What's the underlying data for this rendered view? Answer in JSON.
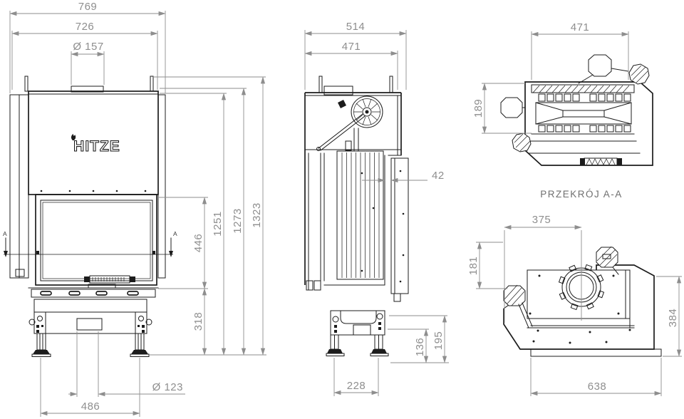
{
  "drawing": {
    "logo": "HITZE",
    "section_label": "PRZEKRÓJ A-A",
    "section_marker_left": "A",
    "section_marker_right": "A",
    "front_view": {
      "dim_width_overall": "769",
      "dim_width_front": "726",
      "dim_flue_diameter": "Ø 157",
      "dim_glass_height": "446",
      "dim_height_1": "1251",
      "dim_height_2": "1273",
      "dim_height_3": "1323",
      "dim_base_height": "318",
      "dim_intake_diameter": "Ø 123",
      "dim_leg_spacing": "486"
    },
    "side_view": {
      "dim_depth_overall": "514",
      "dim_depth_body": "471",
      "dim_rear_offset": "42",
      "dim_leg_height": "136",
      "dim_base_height": "195",
      "dim_leg_spacing": "228"
    },
    "section_view": {
      "dim_width": "471",
      "dim_depth": "189"
    },
    "bottom_view": {
      "dim_flue_offset_x": "375",
      "dim_flue_offset_y": "181",
      "dim_depth": "384",
      "dim_width": "638"
    }
  }
}
